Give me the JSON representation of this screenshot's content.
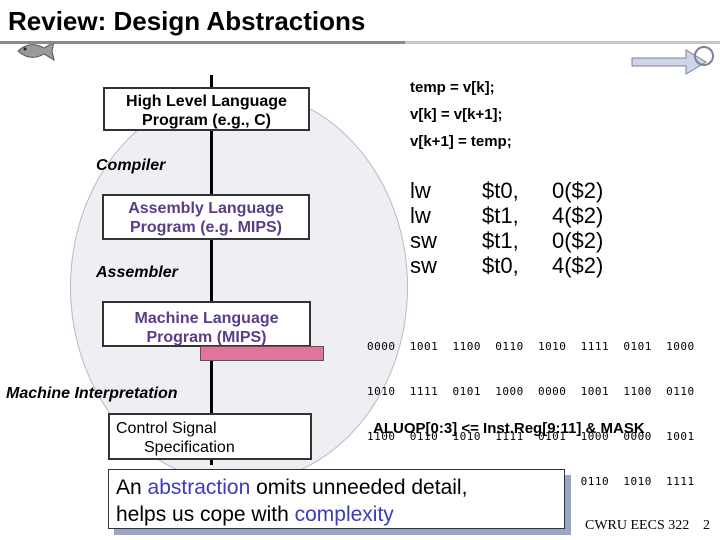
{
  "title": "Review: Design Abstractions",
  "levels": {
    "hll": {
      "line1": "High Level Language",
      "line2": "Program (e.g., C)"
    },
    "compiler": "Compiler",
    "asm": {
      "line1": "Assembly  Language",
      "line2": "Program (e.g. MIPS)"
    },
    "assembler": "Assembler",
    "machine": {
      "line1": "Machine  Language",
      "line2": "Program (MIPS)"
    },
    "interp": "Machine Interpretation",
    "control": {
      "line1": "Control Signal",
      "line2": "Specification"
    }
  },
  "c_code": [
    "temp = v[k];",
    "v[k] = v[k+1];",
    "v[k+1] = temp;"
  ],
  "asm_code": {
    "ops": [
      "lw",
      "lw",
      "sw",
      "sw"
    ],
    "regs": [
      "$t0,",
      "$t1,",
      "$t1,",
      "$t0,"
    ],
    "addrs": [
      "0($2)",
      "4($2)",
      "0($2)",
      "4($2)"
    ]
  },
  "binary": [
    "0000  1001  1100  0110  1010  1111  0101  1000",
    "1010  1111  0101  1000  0000  1001  1100  0110",
    "1100  0110  1010  1111  0101  1000  0000  1001",
    "0101  1000  0000  1001  1100  0110  1010  1111"
  ],
  "aluop": "ALUOP[0:3] <= Inst.Reg[9:11] & MASK",
  "note": {
    "p1": "An ",
    "w1": "abstraction",
    "p2": " omits unneeded detail,",
    "p3": "helps us cope with ",
    "w2": "complexity"
  },
  "footer": {
    "course": "CWRU EECS 322",
    "page": "2"
  },
  "colors": {
    "purple": "#5a3d8a",
    "highlight": "#3b3bc0",
    "pink": "#e0749a"
  }
}
